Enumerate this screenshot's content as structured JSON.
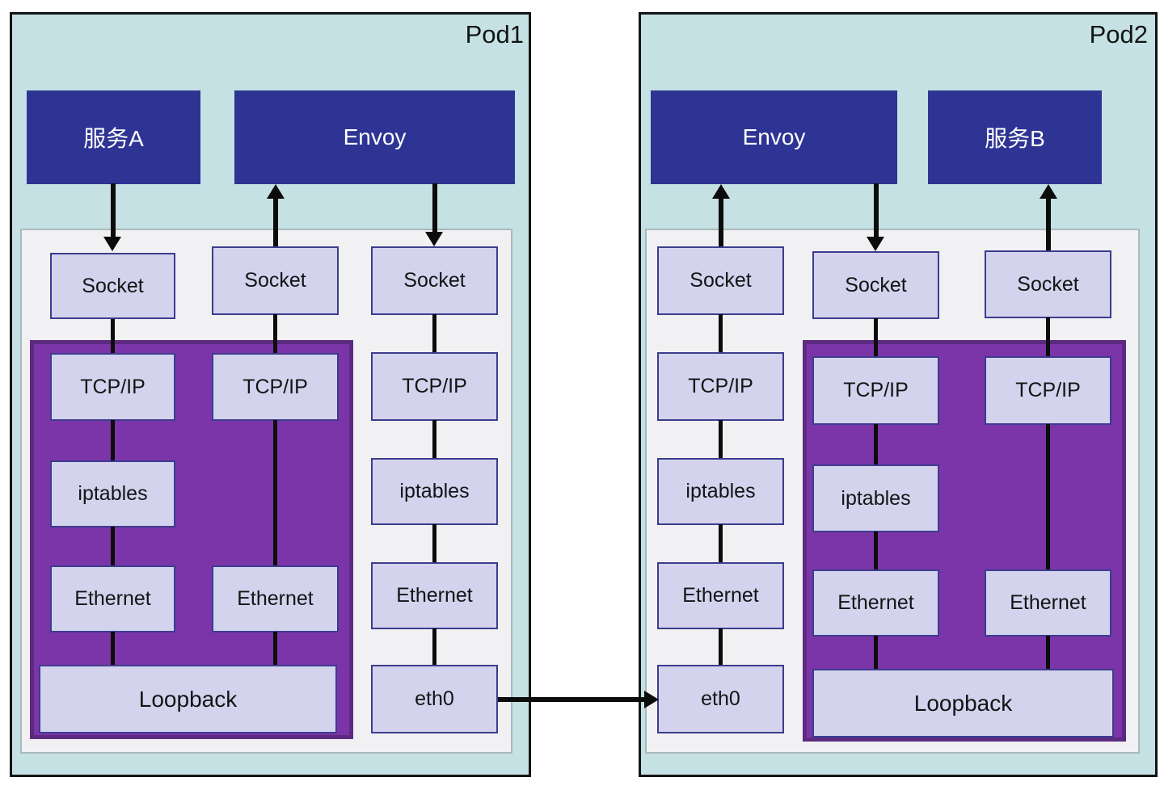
{
  "colors": {
    "pod_background": "#c5e1e3",
    "pod_border": "#141414",
    "app_box": "#2e3493",
    "app_text": "#ffffff",
    "stack_box": "#d3d3ee",
    "stack_box_border": "#3c3c8e",
    "namespace_panel": "#f1f1f3",
    "loopback_highlight": "#7c35a8",
    "loopback_highlight_border": "#5c2a80",
    "arrow": "#0c0c0c"
  },
  "pod1": {
    "title": "Pod1",
    "apps": [
      "服务A",
      "Envoy"
    ],
    "stacks": [
      [
        "Socket",
        "TCP/IP",
        "iptables",
        "Ethernet"
      ],
      [
        "Socket",
        "TCP/IP",
        "Ethernet"
      ],
      [
        "Socket",
        "TCP/IP",
        "iptables",
        "Ethernet",
        "eth0"
      ]
    ],
    "loopback": "Loopback"
  },
  "pod2": {
    "title": "Pod2",
    "apps": [
      "Envoy",
      "服务B"
    ],
    "stacks": [
      [
        "Socket",
        "TCP/IP",
        "iptables",
        "Ethernet",
        "eth0"
      ],
      [
        "Socket",
        "TCP/IP",
        "iptables",
        "Ethernet"
      ],
      [
        "Socket",
        "TCP/IP",
        "Ethernet"
      ]
    ],
    "loopback": "Loopback"
  }
}
